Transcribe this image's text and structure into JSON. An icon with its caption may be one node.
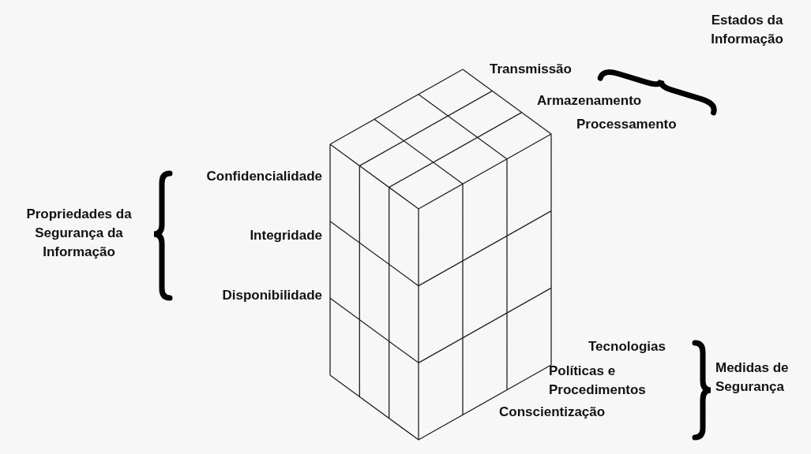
{
  "diagram": {
    "labels": [
      "Estados da Informação",
      "Transmissão",
      "Armazenamento",
      "Processamento",
      "Confidencialidade",
      "Propriedades da Segurança da Informação",
      "Integridade",
      "Disponibilidade",
      "Tecnologias",
      "Políticas e Procedimentos",
      "Medidas de Segurança",
      "Conscientização"
    ]
  }
}
